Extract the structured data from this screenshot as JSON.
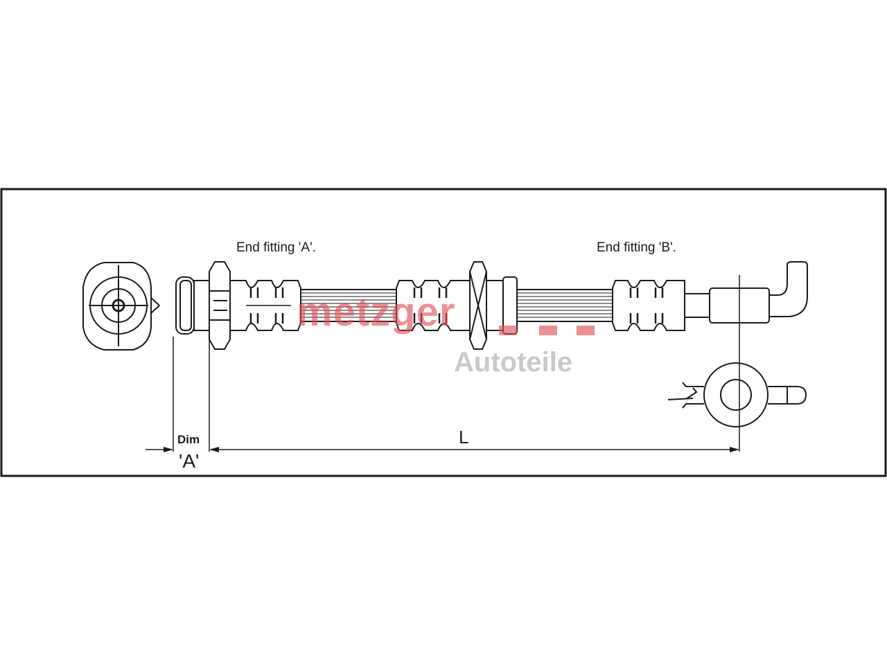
{
  "labels": {
    "end_fitting_a": "End fitting 'A'.",
    "end_fitting_b": "End fitting 'B'.",
    "dim": "Dim",
    "dim_a": "'A'",
    "length": "L"
  },
  "watermark": {
    "brand": "metzger",
    "subtitle": "Autoteile"
  },
  "colors": {
    "line": "#1a1a1a",
    "watermark_red": "#e0525a",
    "watermark_grey": "#b8b8b8"
  }
}
